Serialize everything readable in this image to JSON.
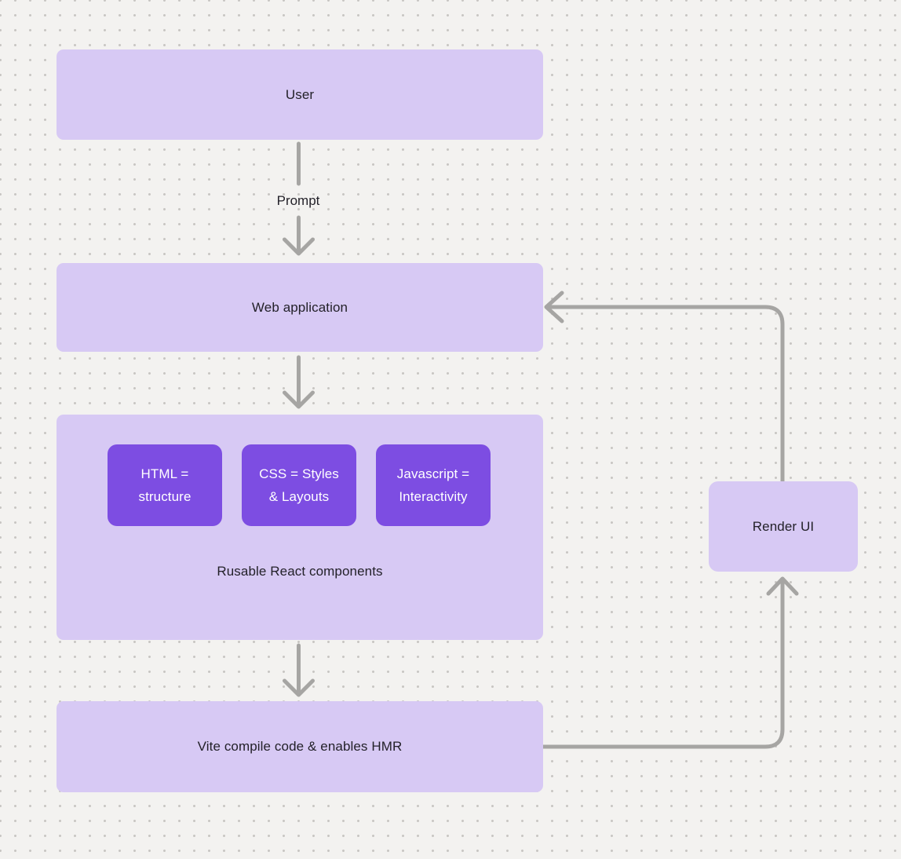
{
  "colors": {
    "bg": "#f3f2f0",
    "dot": "#c8c6c3",
    "node_fill": "#d7c9f4",
    "inner_fill": "#7d4de2",
    "inner_text": "#ffffff",
    "label_text": "#232129",
    "arrow": "#a6a5a3"
  },
  "nodes": {
    "user": {
      "label": "User"
    },
    "web_application": {
      "label": "Web application"
    },
    "components_group": {
      "caption": "Rusable React components",
      "children": [
        {
          "lines": [
            "HTML =",
            "structure"
          ]
        },
        {
          "lines": [
            "CSS = Styles",
            "& Layouts"
          ]
        },
        {
          "lines": [
            "Javascript =",
            "Interactivity"
          ]
        }
      ]
    },
    "vite": {
      "label": "Vite compile code & enables HMR"
    },
    "render_ui": {
      "label": "Render UI"
    }
  },
  "edges": {
    "prompt": {
      "label": "Prompt"
    }
  }
}
